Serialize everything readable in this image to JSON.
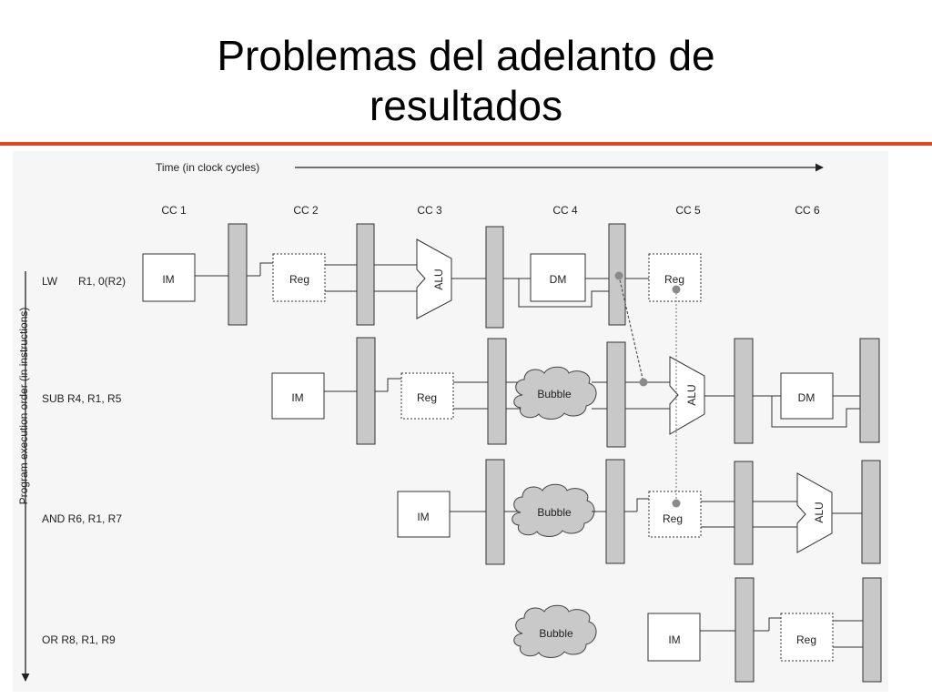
{
  "slide": {
    "title_line1": "Problemas del adelanto de",
    "title_line2": "resultados"
  },
  "colors": {
    "accent_rule": "#e8441c",
    "latch": "#c8c8c8",
    "forward_path": "#777777",
    "bubble": "#c9c9c9"
  },
  "diagram": {
    "time_axis_label": "Time (in clock cycles)",
    "program_axis_label": "Program execution order (in instructions)",
    "clock_cycles": [
      "CC 1",
      "CC 2",
      "CC 3",
      "CC 4",
      "CC 5",
      "CC 6"
    ],
    "instructions": [
      {
        "op": "LW",
        "args": "R1, 0(R2)"
      },
      {
        "op": "SUB R4, R1, R5",
        "args": ""
      },
      {
        "op": "AND R6, R1, R7",
        "args": ""
      },
      {
        "op": "OR R8, R1, R9",
        "args": ""
      }
    ],
    "stage_labels": {
      "im": "IM",
      "reg": "Reg",
      "alu": "ALU",
      "dm": "DM",
      "bubble": "Bubble"
    }
  }
}
